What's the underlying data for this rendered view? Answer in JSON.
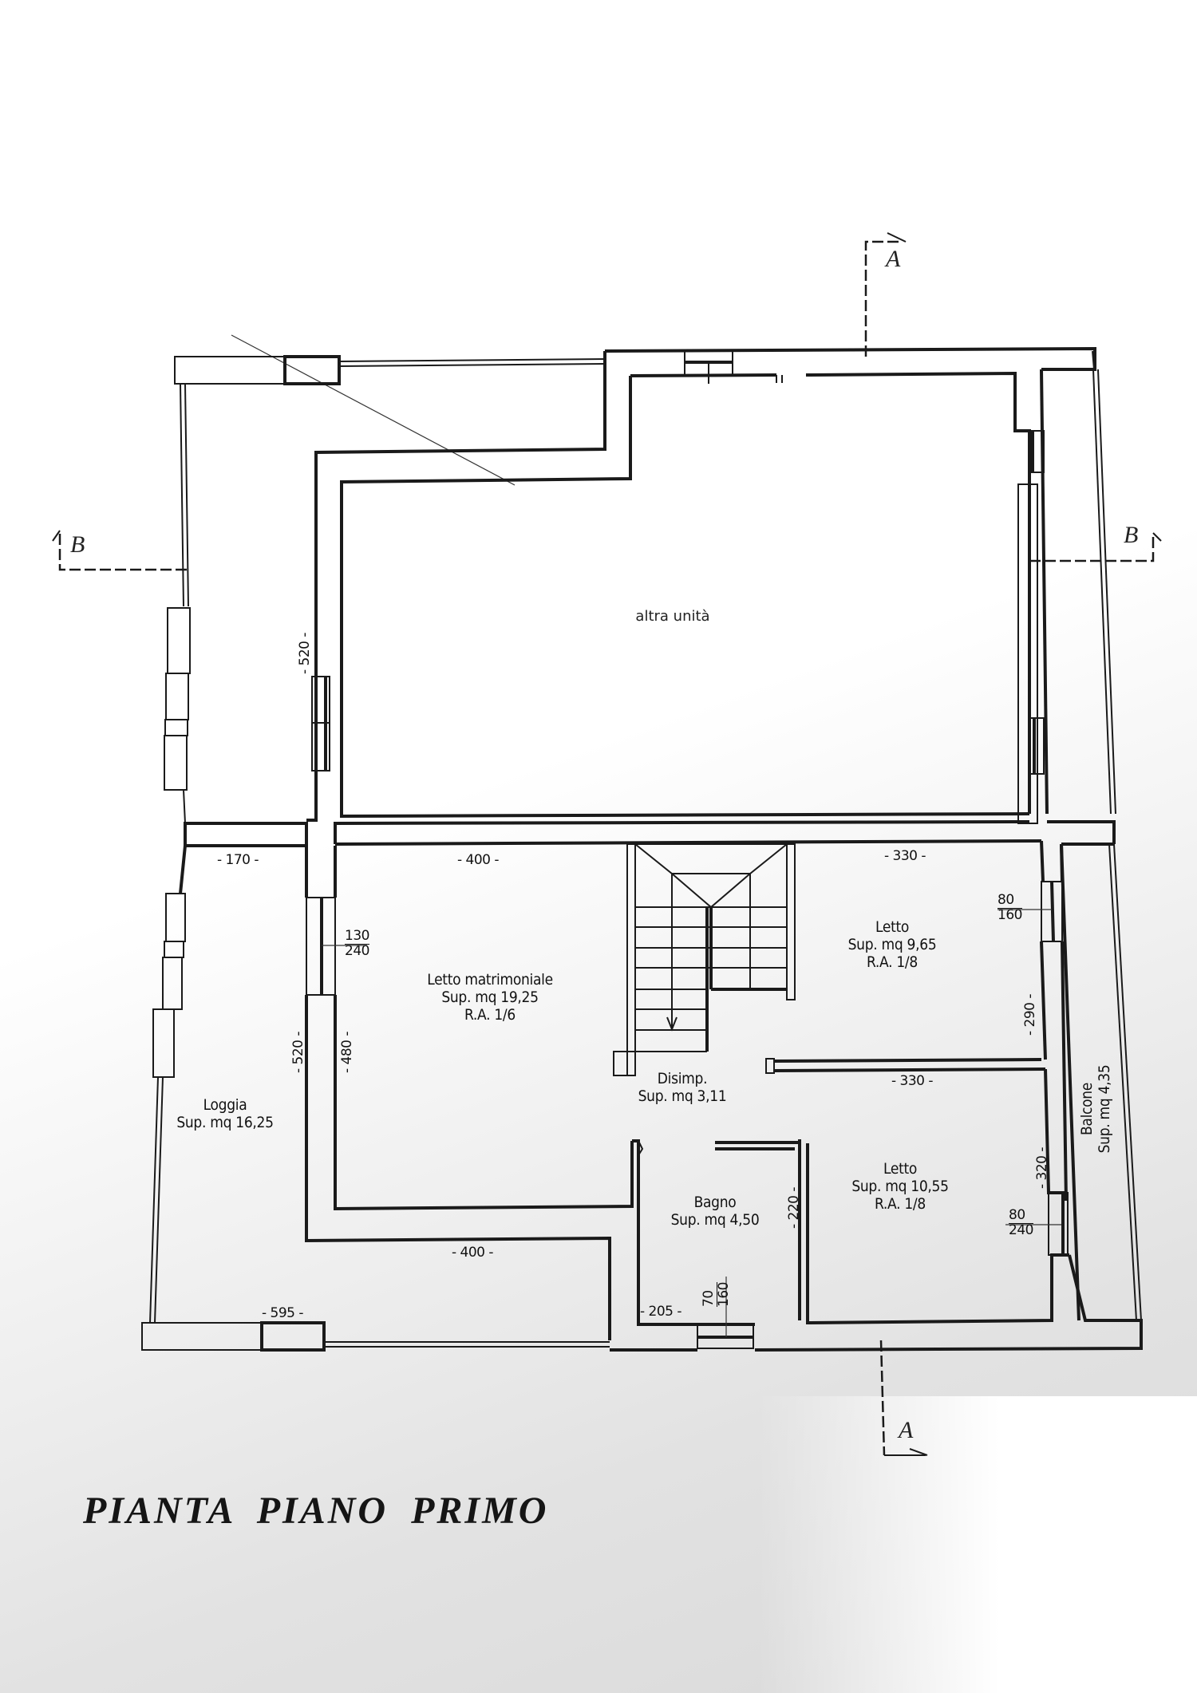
{
  "drawing": {
    "title": "PIANTA PIANO PRIMO",
    "other_unit_label": "altra unità",
    "section_markers": {
      "A_top": "A",
      "A_bottom": "A",
      "B_left": "B",
      "B_right": "B"
    }
  },
  "rooms": {
    "loggia": {
      "name": "Loggia",
      "area": "Sup. mq 16,25"
    },
    "letto_matrimoniale": {
      "name": "Letto matrimoniale",
      "area": "Sup. mq 19,25",
      "ra": "R.A. 1/6"
    },
    "disimpegno": {
      "name": "Disimp.",
      "area": "Sup. mq 3,11"
    },
    "bagno": {
      "name": "Bagno",
      "area": "Sup. mq 4,50"
    },
    "letto_1": {
      "name": "Letto",
      "area": "Sup. mq 9,65",
      "ra": "R.A. 1/8"
    },
    "letto_2": {
      "name": "Letto",
      "area": "Sup. mq 10,55",
      "ra": "R.A. 1/8"
    },
    "balcone": {
      "name": "Balcone",
      "area": "Sup. mq 4,35"
    }
  },
  "dimensions": {
    "loggia_width": "- 170 -",
    "loggia_height": "- 520 -",
    "matrimoniale_width": "- 400 -",
    "matrimoniale_height": "- 480 -",
    "corridor_bottom_width": "- 400 -",
    "loggia_bottom_width": "- 595 -",
    "letto1_width": "- 330 -",
    "letto1_height": "- 290 -",
    "letto2_width": "- 330 -",
    "letto2_height": "- 320 -",
    "bagno_height": "- 220 -",
    "bagno_width": "- 205 -",
    "upper_left_height": "- 520 -"
  },
  "openings": {
    "matrimoniale_window": {
      "width": "130",
      "height": "240"
    },
    "letto1_window": {
      "width": "80",
      "height": "160"
    },
    "letto2_window": {
      "width": "80",
      "height": "240"
    },
    "bagno_window": {
      "width": "70",
      "height": "160"
    }
  }
}
